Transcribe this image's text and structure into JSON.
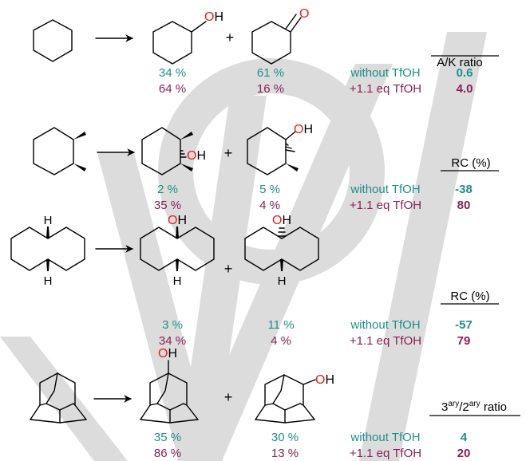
{
  "colors": {
    "teal": "#1e8f8a",
    "plum": "#8b1f57",
    "oxygen": "#e8201c",
    "bond": "#000000",
    "watermark": "#dcdcdc"
  },
  "atoms": {
    "oh": "OH",
    "o": "O",
    "h": "H"
  },
  "plus": "+",
  "conditions": {
    "without": "without TfOH",
    "with": "+1.1 eq TfOH"
  },
  "rows": [
    {
      "substrate": "cyclohexane",
      "metric_header": "A/K ratio",
      "products": [
        {
          "name": "cyclohexanol",
          "yield_without": "34 %",
          "yield_with": "64 %"
        },
        {
          "name": "cyclohexanone",
          "yield_without": "61 %",
          "yield_with": "16 %"
        }
      ],
      "metric_without": "0.6",
      "metric_with": "4.0"
    },
    {
      "substrate": "cis-1,2-dimethylcyclohexane",
      "metric_header": "RC (%)",
      "products": [
        {
          "name": "tertiary-alcohol-retention",
          "yield_without": "2 %",
          "yield_with": "35 %"
        },
        {
          "name": "tertiary-alcohol-inversion",
          "yield_without": "5 %",
          "yield_with": "4 %"
        }
      ],
      "metric_without": "-38",
      "metric_with": "80"
    },
    {
      "substrate": "cis-decalin",
      "metric_header": "RC (%)",
      "products": [
        {
          "name": "cis-decalol",
          "yield_without": "3 %",
          "yield_with": "34 %"
        },
        {
          "name": "trans-decalol",
          "yield_without": "11 %",
          "yield_with": "4 %"
        }
      ],
      "metric_without": "-57",
      "metric_with": "79"
    },
    {
      "substrate": "adamantane",
      "metric_header": {
        "base1": "3",
        "sup1": "ary",
        "mid": "/2",
        "sup2": "ary",
        "tail": " ratio"
      },
      "products": [
        {
          "name": "1-adamantanol",
          "yield_without": "35 %",
          "yield_with": "86 %"
        },
        {
          "name": "2-adamantanol",
          "yield_without": "30 %",
          "yield_with": "13 %"
        }
      ],
      "metric_without": "4",
      "metric_with": "20"
    }
  ]
}
